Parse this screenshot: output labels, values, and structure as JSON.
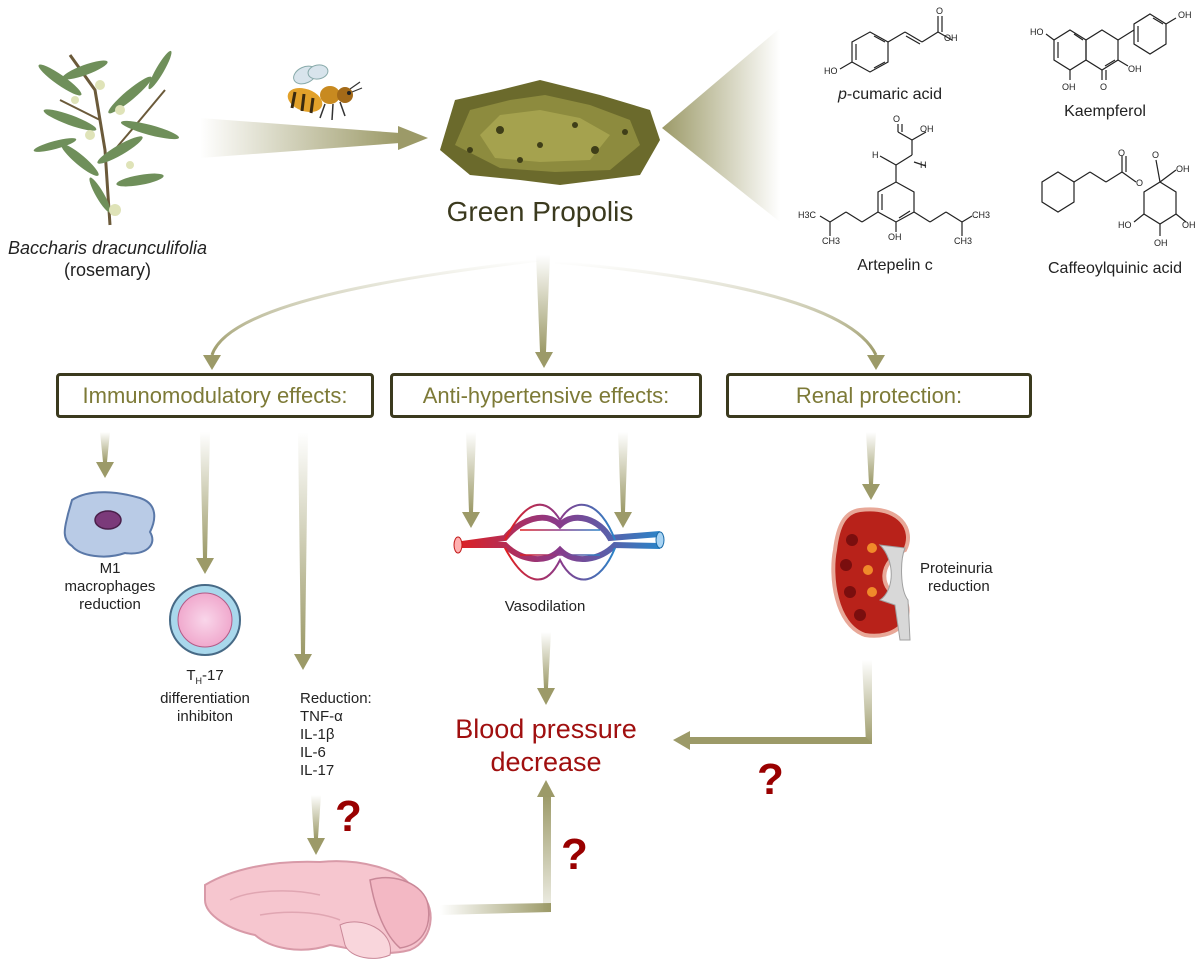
{
  "plant": {
    "name": "Baccharis dracunculifolia",
    "common": "(rosemary)"
  },
  "title": "Green Propolis",
  "compounds": {
    "pcumaric": {
      "italic": "p",
      "rest": "-cumaric acid"
    },
    "kaempferol": "Kaempferol",
    "artepelin": "Artepelin c",
    "caffeoylquinic": "Caffeoylquinic acid"
  },
  "chem_labels": {
    "oh": "OH",
    "ho": "HO",
    "o": "O",
    "h": "H",
    "h3c": "H3C",
    "ch3": "CH3"
  },
  "boxes": {
    "immuno": "Immunomodulatory effects:",
    "antihyper": "Anti-hypertensive effects:",
    "renal": "Renal protection:"
  },
  "immuno": {
    "m1_line1": "M1",
    "m1_line2": "macrophages",
    "m1_line3": "reduction",
    "th_T": "T",
    "th_sub": "H",
    "th_rest": "-17",
    "th_line2": "differentiation",
    "th_line3": "inhibiton",
    "reduction_title": "Reduction:",
    "cytokines": [
      "TNF-α",
      "IL-1β",
      "IL-6",
      "IL-17"
    ]
  },
  "vasodilation": "Vasodilation",
  "proteinuria_line1": "Proteinuria",
  "proteinuria_line2": "reduction",
  "outcome_line1": "Blood pressure",
  "outcome_line2": "decrease",
  "question_mark": "?",
  "colors": {
    "arrow": "#9c9a68",
    "box_border": "#3b3a1e",
    "box_text": "#7d7a37",
    "title": "#3b3a1e",
    "outcome": "#a00f0f",
    "question": "#990000"
  }
}
